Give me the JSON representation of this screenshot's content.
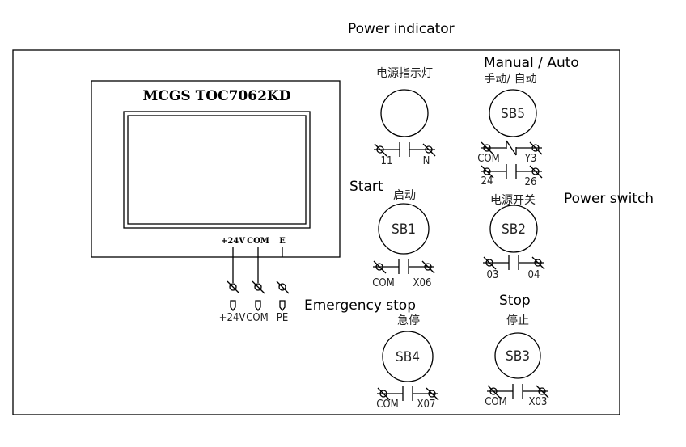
{
  "annotations": {
    "power_indicator": "Power indicator",
    "manual_auto": "Manual / Auto",
    "start": "Start",
    "power_switch": "Power switch",
    "emergency_stop": "Emergency stop",
    "stop": "Stop"
  },
  "hmi": {
    "model": "MCGS TOC7062KD",
    "terminals": [
      "+24V",
      "COM",
      "E"
    ],
    "wire_labels": [
      "+24V",
      "COM",
      "PE"
    ]
  },
  "devices": {
    "lamp": {
      "label_cn": "电源指示灯",
      "contacts": [
        "11",
        "N"
      ]
    },
    "sb5": {
      "id": "SB5",
      "label_cn": "手动/ 自动",
      "nc_contacts": [
        "COM",
        "Y3"
      ],
      "no_contacts": [
        "24",
        "26"
      ]
    },
    "sb1": {
      "id": "SB1",
      "label_cn": "启动",
      "contacts": [
        "COM",
        "X06"
      ]
    },
    "sb2": {
      "id": "SB2",
      "label_cn": "电源开关",
      "contacts": [
        "03",
        "04"
      ]
    },
    "sb4": {
      "id": "SB4",
      "label_cn": "急停",
      "contacts": [
        "COM",
        "X07"
      ]
    },
    "sb3": {
      "id": "SB3",
      "label_cn": "停止",
      "contacts": [
        "COM",
        "X03"
      ]
    }
  }
}
